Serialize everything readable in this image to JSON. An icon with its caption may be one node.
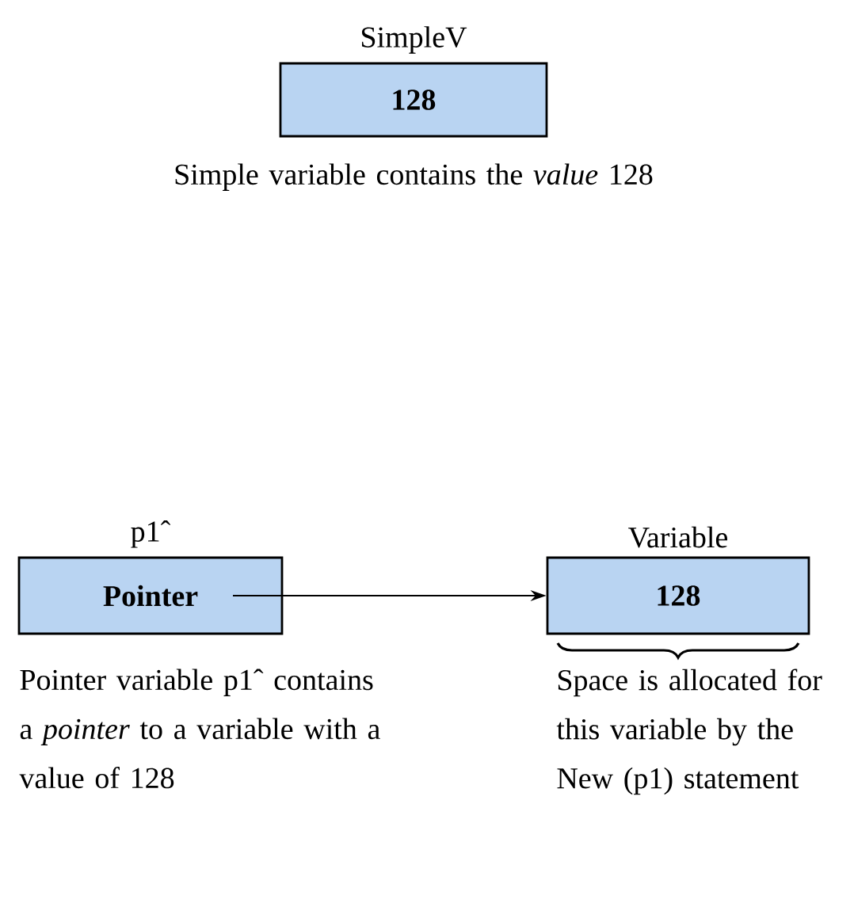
{
  "diagram": {
    "nodes": [
      {
        "text": [
          "SimpleV",
          "128"
        ],
        "beside": [
          "Simple variable contains the *value* 128"
        ]
      },
      {
        "text": [
          "p1ˆ",
          "Pointer"
        ],
        "beside": [
          "Pointer variable p1ˆ contains a *pointer* to a variable with a value of 128"
        ]
      },
      {
        "text": [
          "Variable",
          "128"
        ],
        "beside": [
          "Space is allocated for this variable by the New (p1) statement"
        ]
      }
    ],
    "edges": [
      {
        "from": 1,
        "to": 2,
        "arrow": "to"
      }
    ]
  }
}
